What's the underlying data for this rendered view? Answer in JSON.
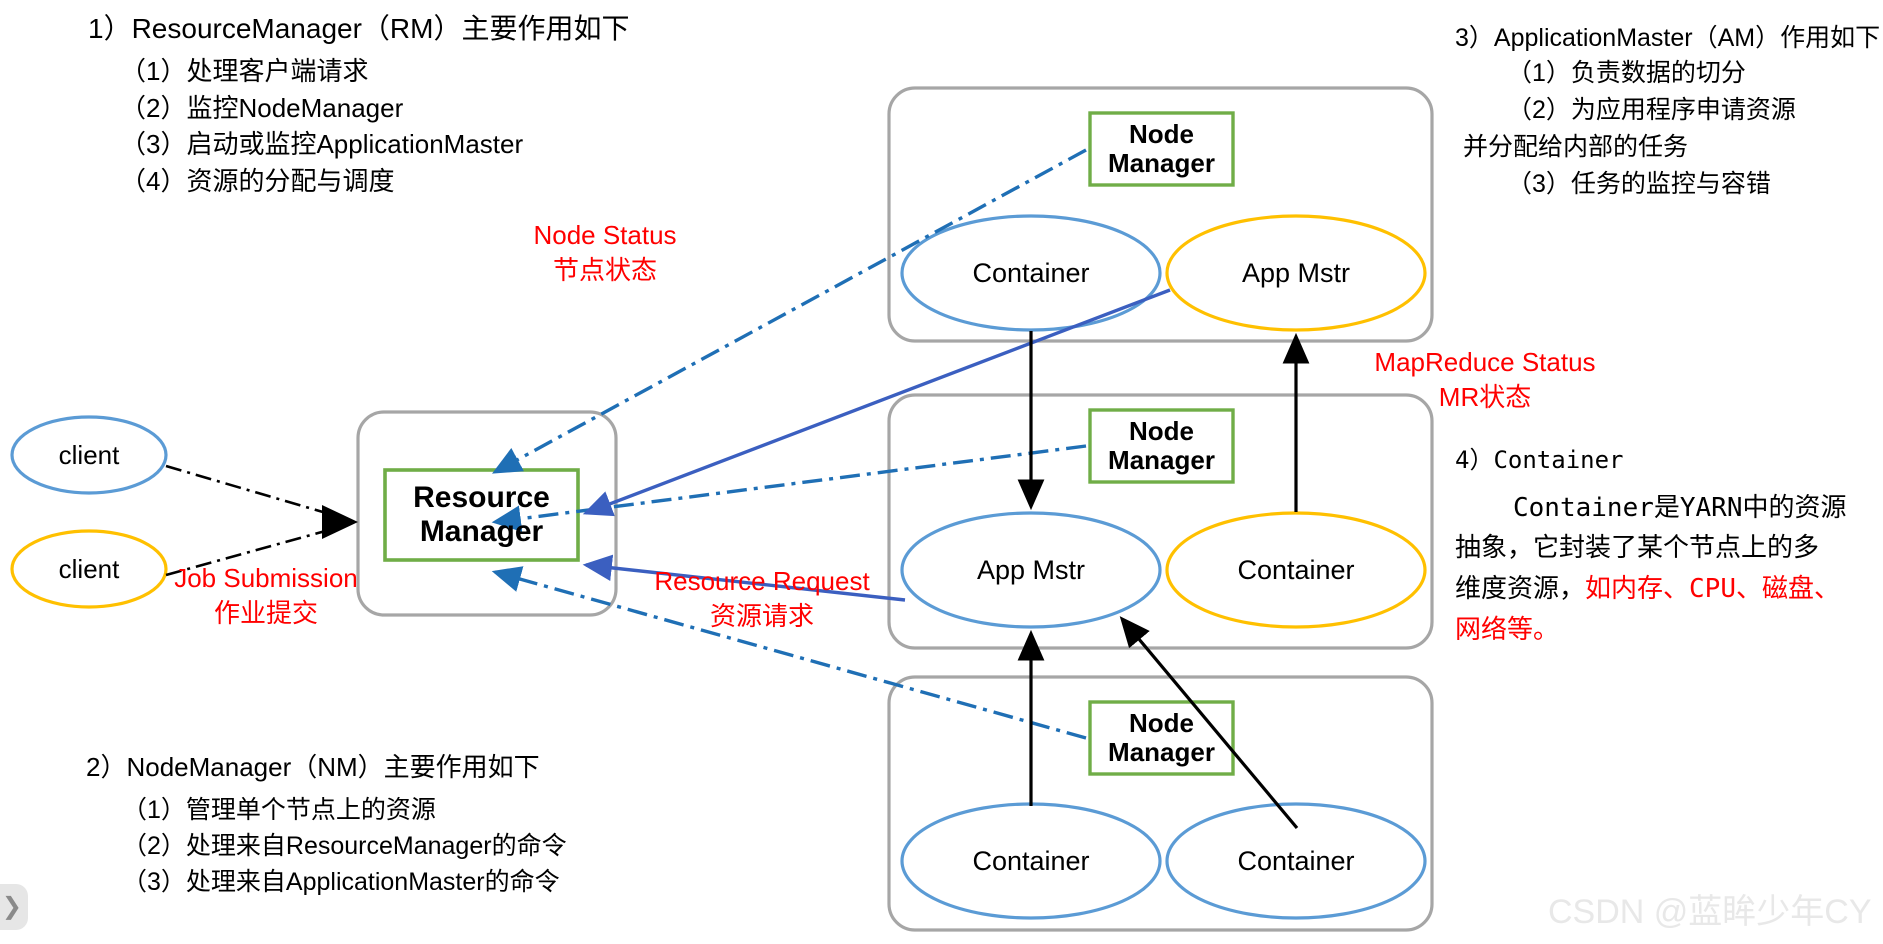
{
  "diagram": {
    "title_semantic": "Hadoop YARN architecture diagram",
    "watermark": "CSDN @蓝眸少年CY"
  },
  "notes": {
    "rm": {
      "heading": "1）ResourceManager（RM）主要作用如下",
      "items": [
        "（1）处理客户端请求",
        "（2）监控NodeManager",
        "（3）启动或监控ApplicationMaster",
        "（4）资源的分配与调度"
      ]
    },
    "nm": {
      "heading": "2）NodeManager（NM）主要作用如下",
      "items": [
        "（1）管理单个节点上的资源",
        "（2）处理来自ResourceManager的命令",
        "（3）处理来自ApplicationMaster的命令"
      ]
    },
    "am": {
      "heading": "3）ApplicationMaster（AM）作用如下",
      "items": [
        "（1）负责数据的切分",
        "（2）为应用程序申请资源"
      ],
      "continuation": "并分配给内部的任务",
      "item3": "（3）任务的监控与容错"
    },
    "container": {
      "heading": "4）Container",
      "body_line1": "Container是YARN中的资源",
      "body_line2": "抽象，它封装了某个节点上的多",
      "body_line3_black": "维度资源，",
      "body_line3_red": "如内存、CPU、磁盘、",
      "body_line4_red": "网络等。"
    }
  },
  "edge_labels": {
    "node_status": {
      "en": "Node Status",
      "zh": "节点状态"
    },
    "job_submission": {
      "en": "Job Submission",
      "zh": "作业提交"
    },
    "resource_request": {
      "en": "Resource Request",
      "zh": "资源请求"
    },
    "mapreduce_status": {
      "en": "MapReduce Status",
      "zh": "MR状态"
    }
  },
  "nodes": {
    "clients": [
      {
        "label": "client",
        "stroke": "#5b9bd5"
      },
      {
        "label": "client",
        "stroke": "#ffc000"
      }
    ],
    "resource_manager": {
      "line1": "Resource",
      "line2": "Manager",
      "stroke": "#70ad47"
    },
    "node_boxes": [
      {
        "id": "node-1",
        "manager": {
          "line1": "Node",
          "line2": "Manager",
          "stroke": "#70ad47"
        },
        "ellipses": [
          {
            "label": "Container",
            "stroke": "#5b9bd5"
          },
          {
            "label": "App Mstr",
            "stroke": "#ffc000"
          }
        ]
      },
      {
        "id": "node-2",
        "manager": {
          "line1": "Node",
          "line2": "Manager",
          "stroke": "#70ad47"
        },
        "ellipses": [
          {
            "label": "App Mstr",
            "stroke": "#5b9bd5"
          },
          {
            "label": "Container",
            "stroke": "#ffc000"
          }
        ]
      },
      {
        "id": "node-3",
        "manager": {
          "line1": "Node",
          "line2": "Manager",
          "stroke": "#70ad47"
        },
        "ellipses": [
          {
            "label": "Container",
            "stroke": "#5b9bd5"
          },
          {
            "label": "Container",
            "stroke": "#5b9bd5"
          }
        ]
      }
    ]
  },
  "colors": {
    "blue": "#5b9bd5",
    "orange": "#ffc000",
    "green": "#70ad47",
    "gray_box": "#a6a6a6",
    "dash_blue": "#1f6fb5",
    "solid_blue": "#3b5fc0",
    "black": "#000000",
    "red": "#ff0000",
    "watermark": "#e8e8e8"
  },
  "scroll_tab": {
    "icon": "chevron-right-icon",
    "glyph": "❯"
  }
}
